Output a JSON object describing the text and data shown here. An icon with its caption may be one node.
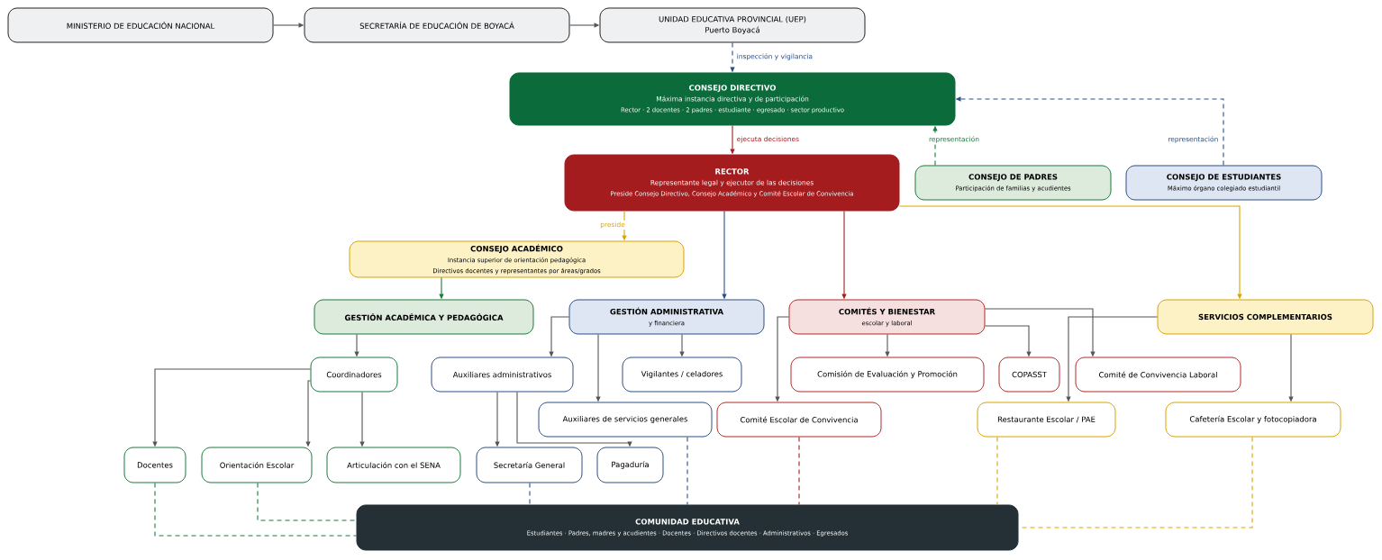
{
  "diagram": {
    "nodes": [
      {
        "text": [
          "MINISTERIO DE EDUCACIÓN NACIONAL"
        ]
      },
      {
        "text": [
          "SECRETARÍA DE EDUCACIÓN DE BOYACÁ"
        ]
      },
      {
        "text": [
          "UNIDAD EDUCATIVA PROVINCIAL (UEP)",
          "Puerto Boyacá"
        ]
      },
      {
        "text": [
          "CONSEJO DIRECTIVO",
          "Máxima instancia directiva y de participación",
          "Rector · 2 docentes · 2 padres · estudiante · egresado · sector productivo"
        ]
      },
      {
        "text": [
          "RECTOR",
          "Representante legal y ejecutor de las decisiones",
          "Preside Consejo Directivo, Consejo Académico y Comité Escolar de Convivencia"
        ]
      },
      {
        "text": [
          "CONSEJO DE PADRES",
          "Participación de familias y acudientes"
        ]
      },
      {
        "text": [
          "CONSEJO DE ESTUDIANTES",
          "Máximo órgano colegiado estudiantil"
        ]
      },
      {
        "text": [
          "CONSEJO ACADÉMICO",
          "Instancia superior de orientación pedagógica",
          "Directivos docentes y representantes por áreas/grados"
        ]
      },
      {
        "text": [
          "GESTIÓN ACADÉMICA Y PEDAGÓGICA"
        ]
      },
      {
        "text": [
          "GESTIÓN ADMINISTRATIVA",
          "y financiera"
        ]
      },
      {
        "text": [
          "COMITÉS Y BIENESTAR",
          "escolar y laboral"
        ]
      },
      {
        "text": [
          "SERVICIOS COMPLEMENTARIOS"
        ]
      },
      {
        "text": [
          "Coordinadores"
        ]
      },
      {
        "text": [
          "Auxiliares administrativos"
        ]
      },
      {
        "text": [
          "Vigilantes / celadores"
        ]
      },
      {
        "text": [
          "Comisión de Evaluación y Promoción"
        ]
      },
      {
        "text": [
          "COPASST"
        ]
      },
      {
        "text": [
          "Comité de Convivencia Laboral"
        ]
      },
      {
        "text": [
          "Auxiliares de servicios generales"
        ]
      },
      {
        "text": [
          "Comité Escolar de Convivencia"
        ]
      },
      {
        "text": [
          "Restaurante Escolar / PAE"
        ]
      },
      {
        "text": [
          "Cafetería Escolar y fotocopiadora"
        ]
      },
      {
        "text": [
          "Docentes"
        ]
      },
      {
        "text": [
          "Orientación Escolar"
        ]
      },
      {
        "text": [
          "Articulación con el SENA"
        ]
      },
      {
        "text": [
          "Secretaría General"
        ]
      },
      {
        "text": [
          "Pagaduría"
        ]
      },
      {
        "text": [
          "COMUNIDAD EDUCATIVA",
          "Estudiantes · Padres, madres y acudientes · Docentes · Directivos docentes · Administrativos · Egresados"
        ]
      }
    ],
    "edges": [
      {
        "from": 0,
        "to": 1,
        "arrow": "to"
      },
      {
        "from": 1,
        "to": 2,
        "arrow": "to"
      },
      {
        "from": 2,
        "to": 3,
        "arrow": "to",
        "label": "inspección y vigilancia",
        "style": "dashed",
        "color": "#2b4f86"
      },
      {
        "from": 3,
        "to": 4,
        "arrow": "to",
        "label": "ejecuta decisiones",
        "color": "#a51c1f"
      },
      {
        "from": 5,
        "to": 3,
        "arrow": "to",
        "label": "representación",
        "style": "dashed",
        "color": "#1a7a3e"
      },
      {
        "from": 6,
        "to": 3,
        "arrow": "to",
        "label": "representación",
        "style": "dashed",
        "color": "#2b4f86"
      },
      {
        "from": 4,
        "to": 7,
        "arrow": "to",
        "label": "preside",
        "color": "#d9a400"
      },
      {
        "from": 4,
        "to": 9,
        "arrow": "to",
        "color": "#2b4f86"
      },
      {
        "from": 4,
        "to": 10,
        "arrow": "to",
        "color": "#a51c1f"
      },
      {
        "from": 4,
        "to": 11,
        "arrow": "to",
        "color": "#d9a400"
      },
      {
        "from": 7,
        "to": 8,
        "arrow": "to",
        "color": "#1a7a3e"
      },
      {
        "from": 8,
        "to": 12,
        "arrow": "to"
      },
      {
        "from": 9,
        "to": 13,
        "arrow": "to"
      },
      {
        "from": 9,
        "to": 14,
        "arrow": "to"
      },
      {
        "from": 9,
        "to": 18,
        "arrow": "to"
      },
      {
        "from": 10,
        "to": 15,
        "arrow": "to"
      },
      {
        "from": 10,
        "to": 16,
        "arrow": "to"
      },
      {
        "from": 10,
        "to": 17,
        "arrow": "to"
      },
      {
        "from": 10,
        "to": 19,
        "arrow": "to"
      },
      {
        "from": 11,
        "to": 20,
        "arrow": "to"
      },
      {
        "from": 11,
        "to": 21,
        "arrow": "to"
      },
      {
        "from": 12,
        "to": 22,
        "arrow": "to"
      },
      {
        "from": 12,
        "to": 23,
        "arrow": "to"
      },
      {
        "from": 12,
        "to": 24,
        "arrow": "to"
      },
      {
        "from": 13,
        "to": 25,
        "arrow": "to"
      },
      {
        "from": 13,
        "to": 26,
        "arrow": "to"
      },
      {
        "from": 22,
        "to": 27,
        "arrow": "none",
        "style": "dashed",
        "color": "#1a7a3e"
      },
      {
        "from": 23,
        "to": 27,
        "arrow": "none",
        "style": "dashed",
        "color": "#1a7a3e"
      },
      {
        "from": 25,
        "to": 27,
        "arrow": "none",
        "style": "dashed",
        "color": "#2b4f86"
      },
      {
        "from": 18,
        "to": 27,
        "arrow": "none",
        "style": "dashed",
        "color": "#2b4f86"
      },
      {
        "from": 19,
        "to": 27,
        "arrow": "none",
        "style": "dashed",
        "color": "#a51c1f"
      },
      {
        "from": 20,
        "to": 27,
        "arrow": "none",
        "style": "dashed",
        "color": "#d9a400"
      },
      {
        "from": 21,
        "to": 27,
        "arrow": "none",
        "style": "dashed",
        "color": "#d9a400"
      }
    ]
  }
}
